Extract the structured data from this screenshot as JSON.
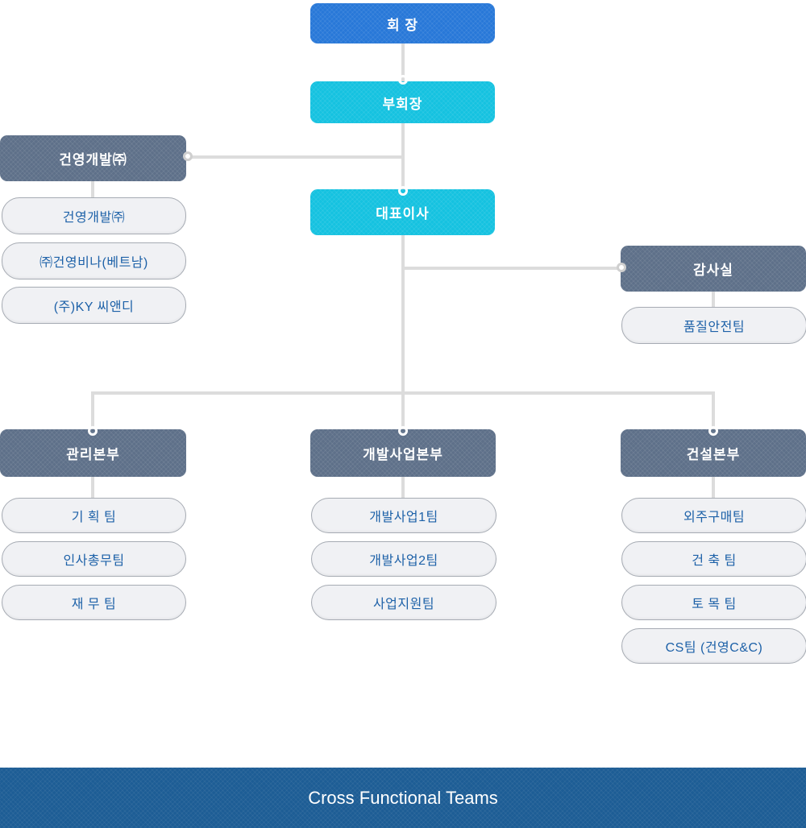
{
  "org_chart": {
    "chairman": {
      "label": "회 장"
    },
    "vice_chairman": {
      "label": "부회장"
    },
    "ceo": {
      "label": "대표이사"
    },
    "left_branch": {
      "label": "건영개발㈜",
      "children": [
        "건영개발㈜",
        "㈜건영비나(베트남)",
        "(주)KY 씨앤디"
      ]
    },
    "audit": {
      "label": "감사실",
      "children": [
        "품질안전팀"
      ]
    },
    "divisions": [
      {
        "label": "관리본부",
        "children": [
          "기 획 팀",
          "인사총무팀",
          "재 무 팀"
        ]
      },
      {
        "label": "개발사업본부",
        "children": [
          "개발사업1팀",
          "개발사업2팀",
          "사업지원팀"
        ]
      },
      {
        "label": "건설본부",
        "children": [
          "외주구매팀",
          "건 축 팀",
          "토 목 팀",
          "CS팀 (건영C&C)"
        ]
      }
    ],
    "banner": {
      "label": "Cross Functional Teams"
    }
  },
  "colors": {
    "chairman_blue": "#2878d8",
    "executive_cyan": "#15c2e0",
    "division_slate": "#5e7089",
    "pill_background": "#f0f1f4",
    "pill_border": "#a6abb3",
    "pill_text": "#1d61a8",
    "connector_gray": "#dcdcdc",
    "banner_blue": "#1d5d95"
  }
}
